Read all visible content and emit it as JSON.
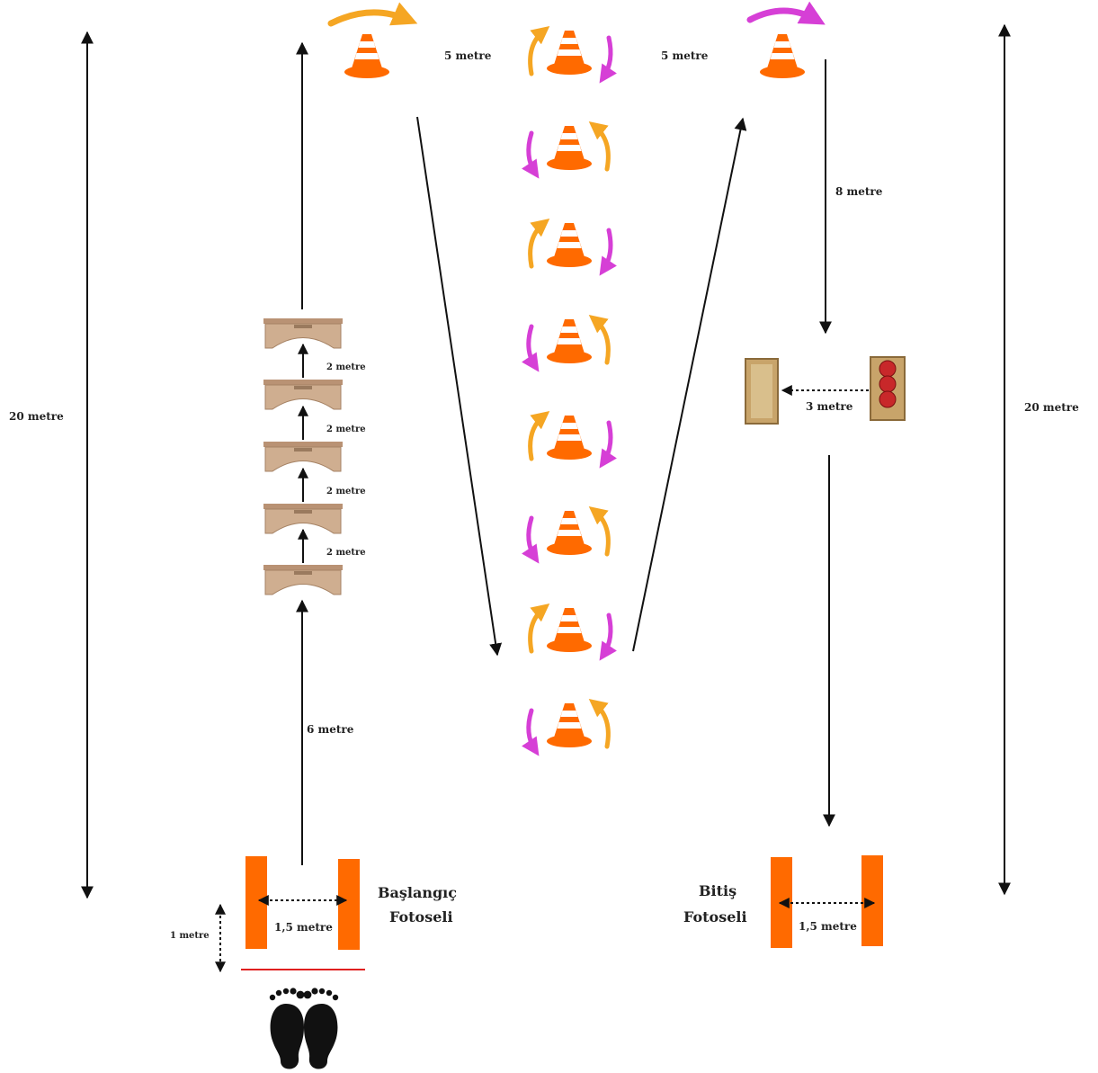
{
  "labels": {
    "top_left_gap": "5 metre",
    "top_right_gap": "5 metre",
    "right_down": "8 metre",
    "box_gap": "3 metre",
    "left_total": "20 metre",
    "right_total": "20 metre",
    "hurdle_gaps": [
      "2 metre",
      "2 metre",
      "2 metre",
      "2 metre"
    ],
    "start_run": "6 metre",
    "start_width": "1,5 metre",
    "finish_width": "1,5 metre",
    "start_offset": "1 metre",
    "start_gate": [
      "Başlangıç",
      "Fotoseli"
    ],
    "finish_gate": [
      "Bitiş",
      "Fotoseli"
    ]
  },
  "colors": {
    "cone": "#ff6a00",
    "cone_stripe": "#ffffff",
    "arrow_orange": "#f5a623",
    "arrow_magenta": "#d63fd6",
    "gate": "#ff6a00",
    "start_line": "#e02020",
    "hurdle": "#c9a88a",
    "line": "#111111"
  },
  "icons": {
    "cone": "traffic-cone-icon",
    "hurdle": "hurdle-icon",
    "box_empty": "empty-box-icon",
    "box_balls": "box-with-balls-icon",
    "footprints": "footprints-icon"
  }
}
